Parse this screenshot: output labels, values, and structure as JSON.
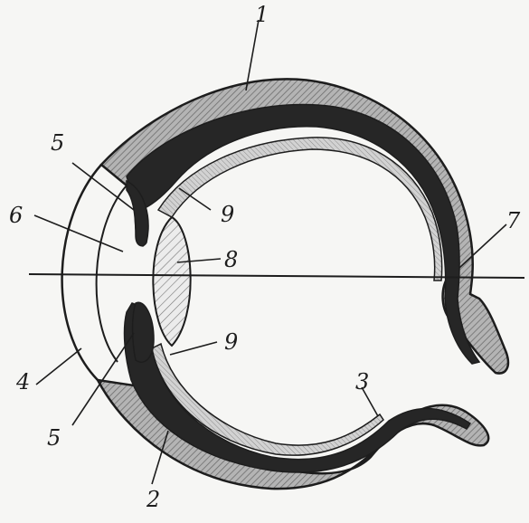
{
  "labels": {
    "l1": "1",
    "l2": "2",
    "l3": "3",
    "l4": "4",
    "l5a": "5",
    "l5b": "5",
    "l6": "6",
    "l7": "7",
    "l8": "8",
    "l9a": "9",
    "l9b": "9"
  },
  "colors": {
    "paper": "#f6f6f4",
    "ink": "#1d1d1d",
    "sclera_fill": "#a8a8a8",
    "choroid_fill": "#262626",
    "retina_fill": "#c4c4c4"
  }
}
